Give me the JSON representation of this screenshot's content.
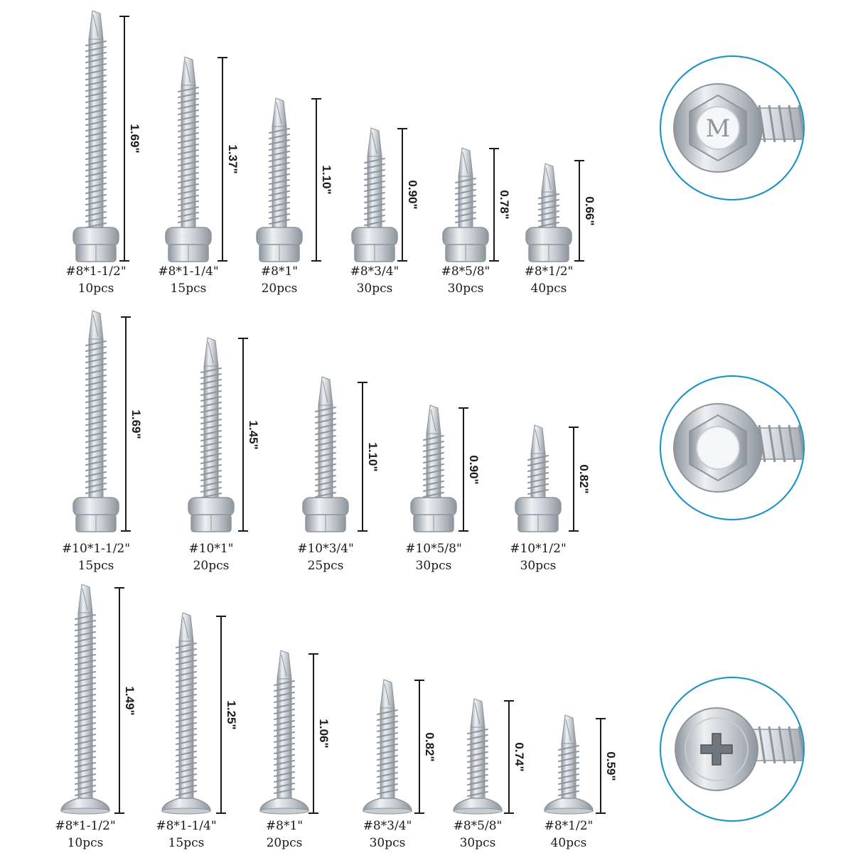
{
  "colors": {
    "metal_light": "#eef0f2",
    "metal_mid": "#c7ccd1",
    "metal_dark": "#8d959d",
    "dimension_line": "#1a1a1a",
    "callout_ring": "#1c8fc0"
  },
  "rows": [
    {
      "row_name": "hex-head-8",
      "head_type": "hex-flange",
      "items": [
        {
          "size": "#8*1-1/2\"",
          "qty": "10pcs",
          "length": "1.69\""
        },
        {
          "size": "#8*1-1/4\"",
          "qty": "15pcs",
          "length": "1.37\""
        },
        {
          "size": "#8*1\"",
          "qty": "20pcs",
          "length": "1.10\""
        },
        {
          "size": "#8*3/4\"",
          "qty": "30pcs",
          "length": "0.90\""
        },
        {
          "size": "#8*5/8\"",
          "qty": "30pcs",
          "length": "0.78\""
        },
        {
          "size": "#8*1/2\"",
          "qty": "40pcs",
          "length": "0.66\""
        }
      ],
      "callout_icon": "hex-head-marked-icon",
      "callout_text": "M"
    },
    {
      "row_name": "hex-head-10",
      "head_type": "hex-flange",
      "items": [
        {
          "size": "#10*1-1/2\"",
          "qty": "15pcs",
          "length": "1.69\""
        },
        {
          "size": "#10*1\"",
          "qty": "20pcs",
          "length": "1.45\""
        },
        {
          "size": "#10*3/4\"",
          "qty": "25pcs",
          "length": "1.10\""
        },
        {
          "size": "#10*5/8\"",
          "qty": "30pcs",
          "length": "0.90\""
        },
        {
          "size": "#10*1/2\"",
          "qty": "30pcs",
          "length": "0.82\""
        }
      ],
      "callout_icon": "hex-head-plain-icon"
    },
    {
      "row_name": "truss-head-8",
      "head_type": "phillips-truss",
      "items": [
        {
          "size": "#8*1-1/2\"",
          "qty": "10pcs",
          "length": "1.49\""
        },
        {
          "size": "#8*1-1/4\"",
          "qty": "15pcs",
          "length": "1.25\""
        },
        {
          "size": "#8*1\"",
          "qty": "20pcs",
          "length": "1.06\""
        },
        {
          "size": "#8*3/4\"",
          "qty": "30pcs",
          "length": "0.82\""
        },
        {
          "size": "#8*5/8\"",
          "qty": "30pcs",
          "length": "0.74\""
        },
        {
          "size": "#8*1/2\"",
          "qty": "40pcs",
          "length": "0.59\""
        }
      ],
      "callout_icon": "phillips-truss-head-icon"
    }
  ]
}
